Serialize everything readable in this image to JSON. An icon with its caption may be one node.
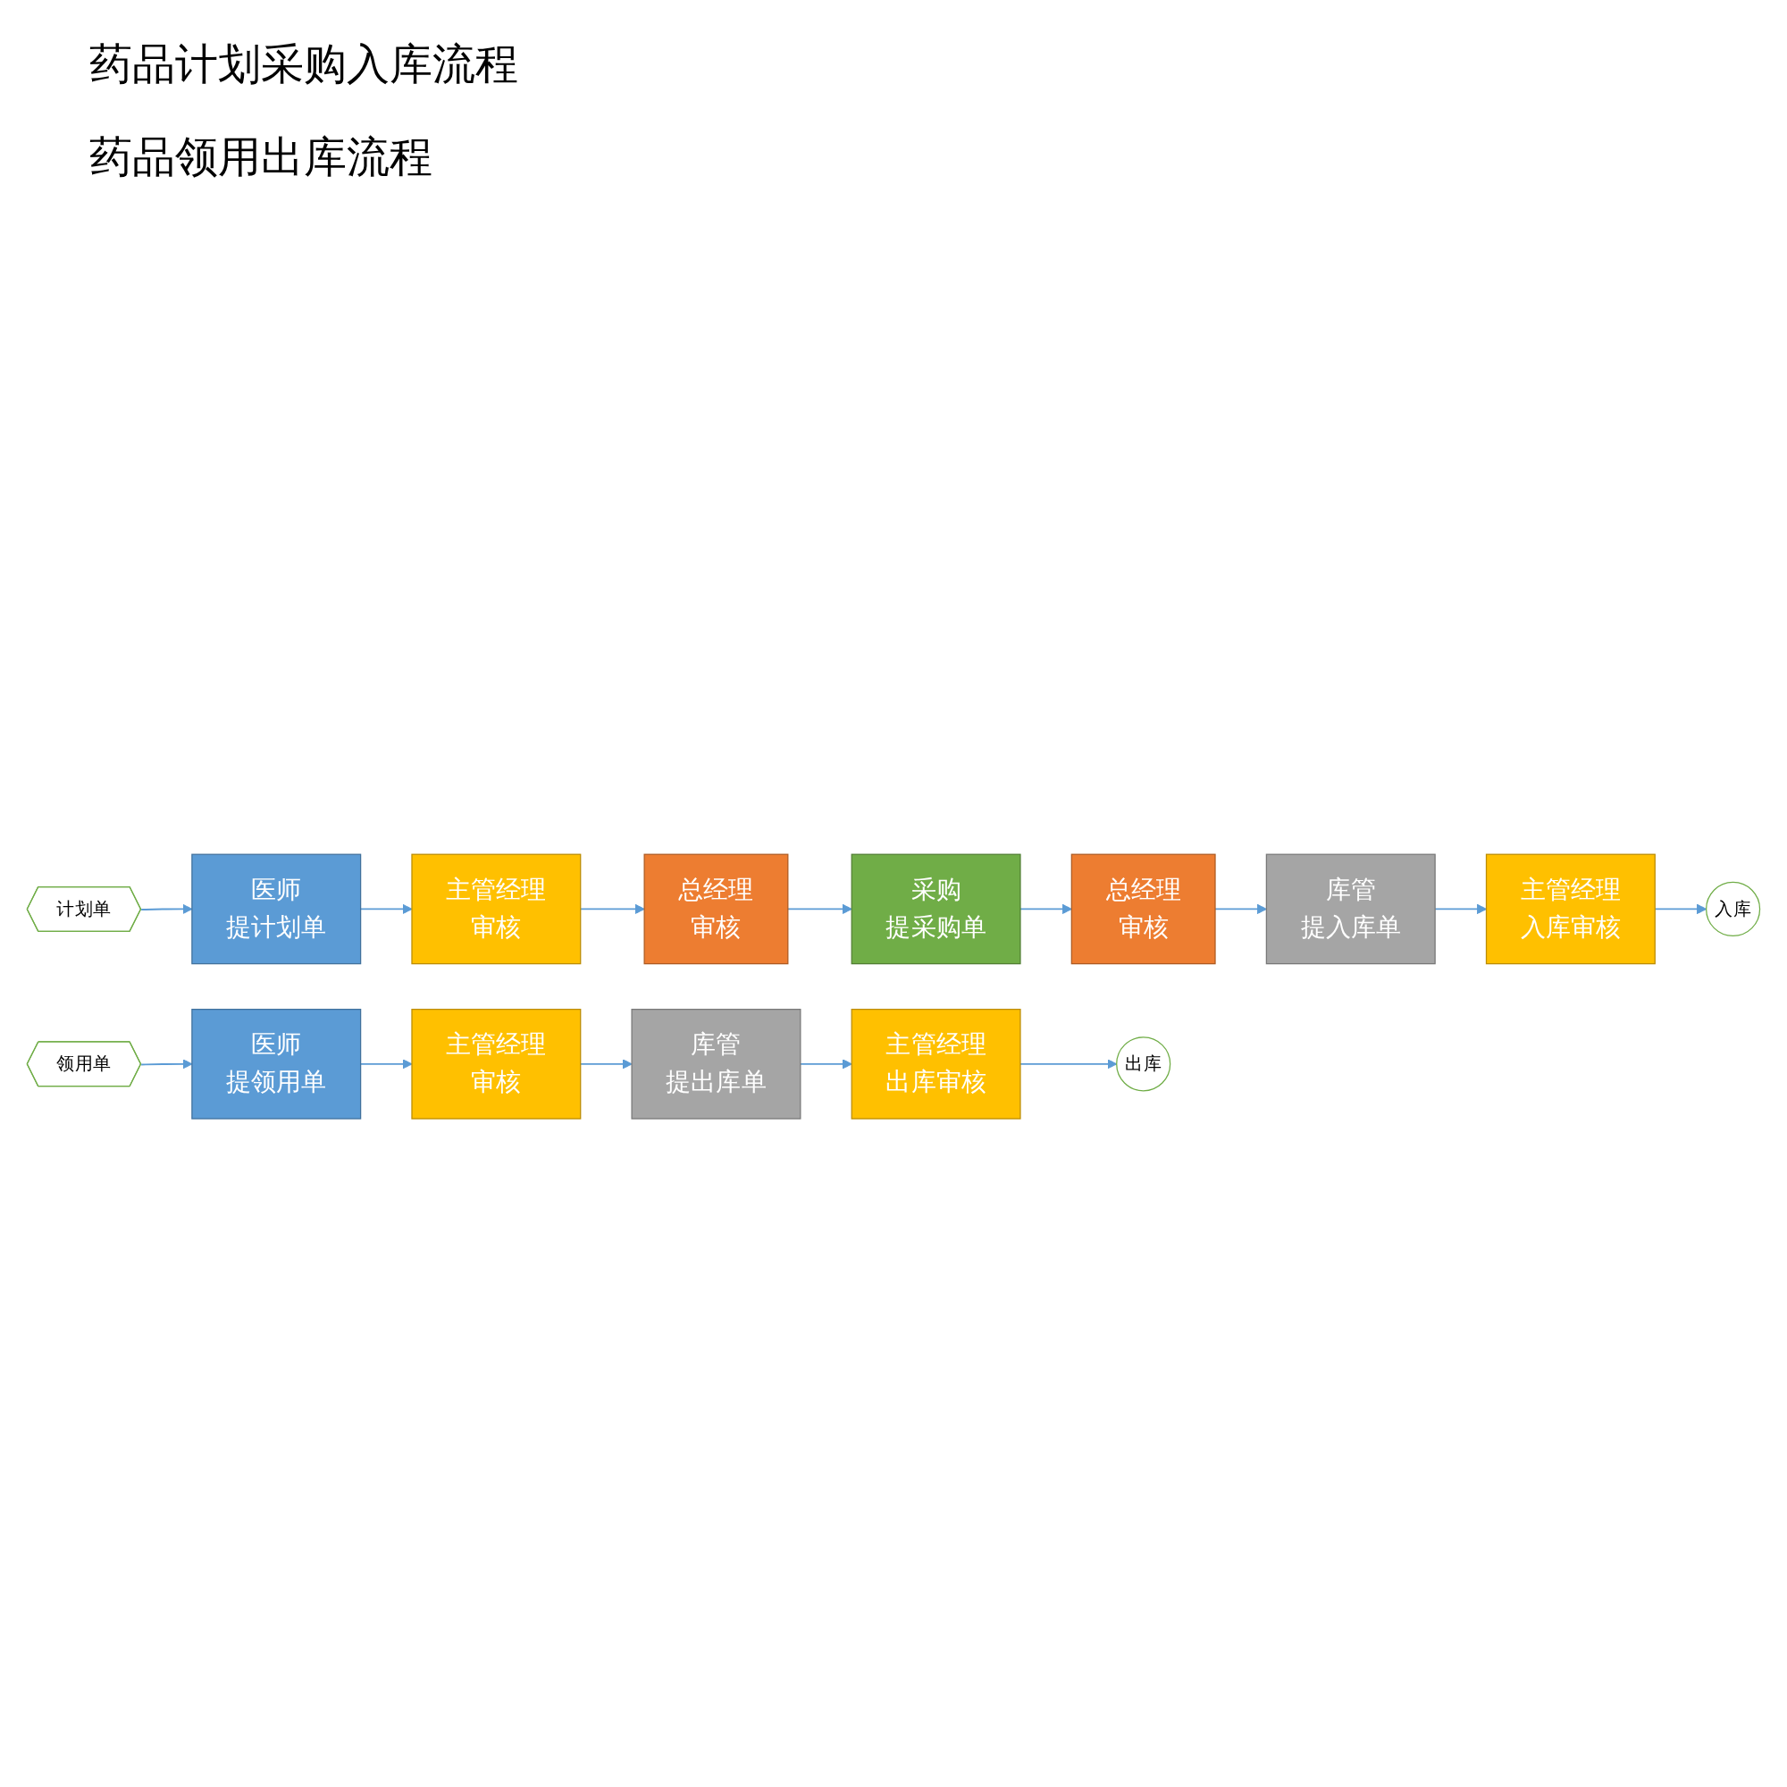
{
  "diagram": {
    "nodes": [
      {
        "text": [
          "计划单"
        ]
      },
      {
        "text": [
          "医师",
          "提计划单"
        ]
      },
      {
        "text": [
          "主管经理",
          "审核"
        ]
      },
      {
        "text": [
          "总经理",
          "审核"
        ]
      },
      {
        "text": [
          "采购",
          "提采购单"
        ]
      },
      {
        "text": [
          "总经理",
          "审核"
        ]
      },
      {
        "text": [
          "库管",
          "提入库单"
        ]
      },
      {
        "text": [
          "主管经理",
          "入库审核"
        ]
      },
      {
        "text": [
          "入库"
        ]
      },
      {
        "text": [
          "领用单"
        ]
      },
      {
        "text": [
          "医师",
          "提领用单"
        ]
      },
      {
        "text": [
          "主管经理",
          "审核"
        ]
      },
      {
        "text": [
          "库管",
          "提出库单"
        ]
      },
      {
        "text": [
          "主管经理",
          "出库审核"
        ]
      },
      {
        "text": [
          "出库"
        ]
      }
    ],
    "edges": [
      {
        "from": 0,
        "to": 1,
        "arrow": "to"
      },
      {
        "from": 1,
        "to": 2,
        "arrow": "to"
      },
      {
        "from": 2,
        "to": 3,
        "arrow": "to"
      },
      {
        "from": 3,
        "to": 4,
        "arrow": "to"
      },
      {
        "from": 4,
        "to": 5,
        "arrow": "to"
      },
      {
        "from": 5,
        "to": 6,
        "arrow": "to"
      },
      {
        "from": 6,
        "to": 7,
        "arrow": "to"
      },
      {
        "from": 7,
        "to": 8,
        "arrow": "to"
      },
      {
        "from": 9,
        "to": 10,
        "arrow": "to"
      },
      {
        "from": 10,
        "to": 11,
        "arrow": "to"
      },
      {
        "from": 11,
        "to": 12,
        "arrow": "to"
      },
      {
        "from": 12,
        "to": 13,
        "arrow": "to"
      },
      {
        "from": 13,
        "to": 14,
        "arrow": "to"
      }
    ],
    "labels": [
      "药品计划采购入库流程",
      "药品领用出库流程"
    ]
  }
}
